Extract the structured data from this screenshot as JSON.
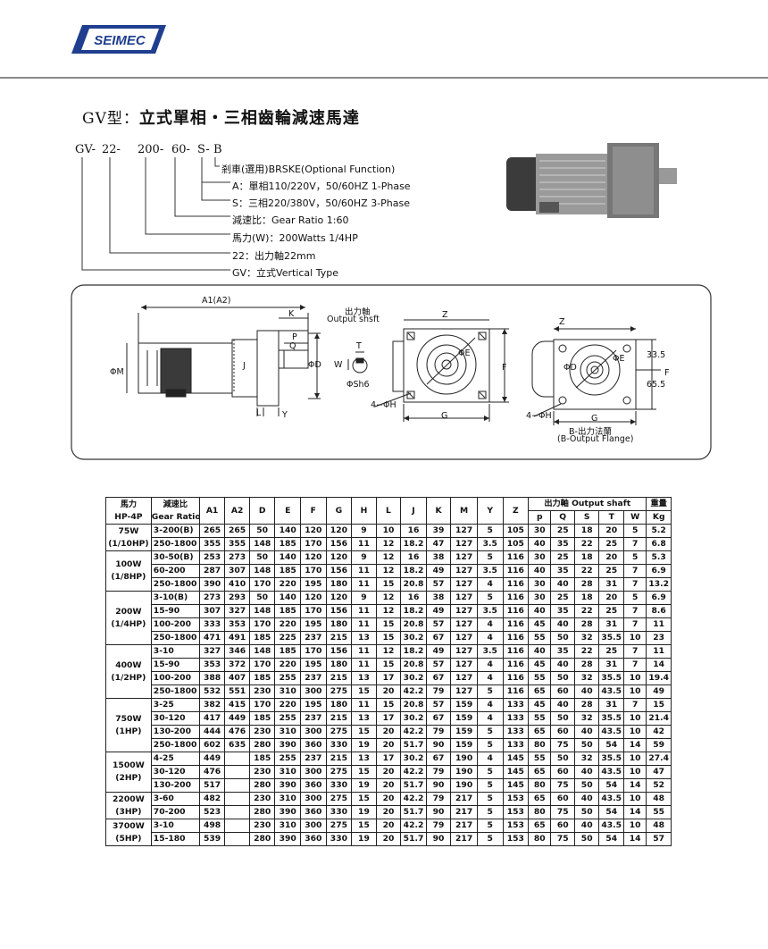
{
  "brand": {
    "logo_text": "SEIMEC"
  },
  "title": {
    "prefix": "GV型：",
    "main": "立式單相・三相齒輪減速馬達"
  },
  "model_code": {
    "p1": "GV-",
    "p2": "22-",
    "p3": "200-",
    "p4": "60-",
    "p5": "S-",
    "p6": "B"
  },
  "legend": [
    "剎車(選用)BRSKE(Optional Function)",
    "A：單相110/220V，50/60HZ 1-Phase",
    "S：三相220/380V，50/60HZ 3-Phase",
    "減速比：Gear Ratio 1:60",
    "馬力(W)：200Watts 1/4HP",
    "22：出力軸22mm",
    "GV：立式Vertical Type"
  ],
  "drawing_labels": {
    "a1a2": "A1(A2)",
    "k": "K",
    "p": "P",
    "q": "Q",
    "j": "J",
    "m": "ΦM",
    "d": "ΦD",
    "l": "L",
    "y": "Y",
    "output_cn": "出力軸",
    "output_en": "Output shsft",
    "t": "T",
    "w": "W",
    "sh6": "ΦSh6",
    "z1": "Z",
    "e1": "ΦE",
    "f1": "F",
    "h1": "4−ΦH",
    "g1": "G",
    "z2": "Z",
    "e2": "ΦE",
    "d2": "ΦD",
    "f2": "F",
    "v335": "33.5",
    "v655": "65.5",
    "h2": "4−ΦH",
    "g2": "G",
    "flange_cn": "B-出力法蘭",
    "flange_en": "(B-Output Flange)"
  },
  "table": {
    "h_power_cn": "馬力",
    "h_power_en": "HP-4P",
    "h_ratio_cn": "減速比",
    "h_ratio_en": "Gear Ratio",
    "h_cols": [
      "A1",
      "A2",
      "D",
      "E",
      "F",
      "G",
      "H",
      "L",
      "J",
      "K",
      "M",
      "Y",
      "Z"
    ],
    "h_output": "出力軸 Output shaft",
    "h_out_cols": [
      "p",
      "Q",
      "S",
      "T",
      "W"
    ],
    "h_weight_cn": "重量",
    "h_weight_en": "Kg",
    "groups": [
      {
        "power": [
          "75W",
          "(1/10HP)"
        ],
        "rows": [
          [
            "3-200(B)",
            "265",
            "265",
            "50",
            "140",
            "120",
            "120",
            "9",
            "10",
            "16",
            "39",
            "127",
            "5",
            "105",
            "30",
            "25",
            "18",
            "20",
            "5",
            "5.2"
          ],
          [
            "250-1800",
            "355",
            "355",
            "148",
            "185",
            "170",
            "156",
            "11",
            "12",
            "18.2",
            "47",
            "127",
            "3.5",
            "105",
            "40",
            "35",
            "22",
            "25",
            "7",
            "6.8"
          ]
        ]
      },
      {
        "power": [
          "100W",
          "(1/8HP)"
        ],
        "rows": [
          [
            "30-50(B)",
            "253",
            "273",
            "50",
            "140",
            "120",
            "120",
            "9",
            "12",
            "16",
            "38",
            "127",
            "5",
            "116",
            "30",
            "25",
            "18",
            "20",
            "5",
            "5.3"
          ],
          [
            "60-200",
            "287",
            "307",
            "148",
            "185",
            "170",
            "156",
            "11",
            "12",
            "18.2",
            "49",
            "127",
            "3.5",
            "116",
            "40",
            "35",
            "22",
            "25",
            "7",
            "6.9"
          ],
          [
            "250-1800",
            "390",
            "410",
            "170",
            "220",
            "195",
            "180",
            "11",
            "15",
            "20.8",
            "57",
            "127",
            "4",
            "116",
            "30",
            "40",
            "28",
            "31",
            "7",
            "13.2"
          ]
        ]
      },
      {
        "power": [
          "200W",
          "(1/4HP)"
        ],
        "rows": [
          [
            "3-10(B)",
            "273",
            "293",
            "50",
            "140",
            "120",
            "120",
            "9",
            "12",
            "16",
            "38",
            "127",
            "5",
            "116",
            "30",
            "25",
            "18",
            "20",
            "5",
            "6.9"
          ],
          [
            "15-90",
            "307",
            "327",
            "148",
            "185",
            "170",
            "156",
            "11",
            "12",
            "18.2",
            "49",
            "127",
            "3.5",
            "116",
            "40",
            "35",
            "22",
            "25",
            "7",
            "8.6"
          ],
          [
            "100-200",
            "333",
            "353",
            "170",
            "220",
            "195",
            "180",
            "11",
            "15",
            "20.8",
            "57",
            "127",
            "4",
            "116",
            "45",
            "40",
            "28",
            "31",
            "7",
            "11"
          ],
          [
            "250-1800",
            "471",
            "491",
            "185",
            "225",
            "237",
            "215",
            "13",
            "15",
            "30.2",
            "67",
            "127",
            "4",
            "116",
            "55",
            "50",
            "32",
            "35.5",
            "10",
            "23"
          ]
        ]
      },
      {
        "power": [
          "400W",
          "(1/2HP)"
        ],
        "rows": [
          [
            "3-10",
            "327",
            "346",
            "148",
            "185",
            "170",
            "156",
            "11",
            "12",
            "18.2",
            "49",
            "127",
            "3.5",
            "116",
            "40",
            "35",
            "22",
            "25",
            "7",
            "11"
          ],
          [
            "15-90",
            "353",
            "372",
            "170",
            "220",
            "195",
            "180",
            "11",
            "15",
            "20.8",
            "57",
            "127",
            "4",
            "116",
            "45",
            "40",
            "28",
            "31",
            "7",
            "14"
          ],
          [
            "100-200",
            "388",
            "407",
            "185",
            "255",
            "237",
            "215",
            "13",
            "17",
            "30.2",
            "67",
            "127",
            "4",
            "116",
            "55",
            "50",
            "32",
            "35.5",
            "10",
            "19.4"
          ],
          [
            "250-1800",
            "532",
            "551",
            "230",
            "310",
            "300",
            "275",
            "15",
            "20",
            "42.2",
            "79",
            "127",
            "5",
            "116",
            "65",
            "60",
            "40",
            "43.5",
            "10",
            "49"
          ]
        ]
      },
      {
        "power": [
          "750W",
          "(1HP)"
        ],
        "rows": [
          [
            "3-25",
            "382",
            "415",
            "170",
            "220",
            "195",
            "180",
            "11",
            "15",
            "20.8",
            "57",
            "159",
            "4",
            "133",
            "45",
            "40",
            "28",
            "31",
            "7",
            "15"
          ],
          [
            "30-120",
            "417",
            "449",
            "185",
            "255",
            "237",
            "215",
            "13",
            "17",
            "30.2",
            "67",
            "159",
            "4",
            "133",
            "55",
            "50",
            "32",
            "35.5",
            "10",
            "21.4"
          ],
          [
            "130-200",
            "444",
            "476",
            "230",
            "310",
            "300",
            "275",
            "15",
            "20",
            "42.2",
            "79",
            "159",
            "5",
            "133",
            "65",
            "60",
            "40",
            "43.5",
            "10",
            "42"
          ],
          [
            "250-1800",
            "602",
            "635",
            "280",
            "390",
            "360",
            "330",
            "19",
            "20",
            "51.7",
            "90",
            "159",
            "5",
            "133",
            "80",
            "75",
            "50",
            "54",
            "14",
            "59"
          ]
        ]
      },
      {
        "power": [
          "1500W",
          "(2HP)"
        ],
        "rows": [
          [
            "4-25",
            "449",
            "",
            "185",
            "255",
            "237",
            "215",
            "13",
            "17",
            "30.2",
            "67",
            "190",
            "4",
            "145",
            "55",
            "50",
            "32",
            "35.5",
            "10",
            "27.4"
          ],
          [
            "30-120",
            "476",
            "",
            "230",
            "310",
            "300",
            "275",
            "15",
            "20",
            "42.2",
            "79",
            "190",
            "5",
            "145",
            "65",
            "60",
            "40",
            "43.5",
            "10",
            "47"
          ],
          [
            "130-200",
            "517",
            "",
            "280",
            "390",
            "360",
            "330",
            "19",
            "20",
            "51.7",
            "90",
            "190",
            "5",
            "145",
            "80",
            "75",
            "50",
            "54",
            "14",
            "52"
          ]
        ]
      },
      {
        "power": [
          "2200W",
          "(3HP)"
        ],
        "rows": [
          [
            "3-60",
            "482",
            "",
            "230",
            "310",
            "300",
            "275",
            "15",
            "20",
            "42.2",
            "79",
            "217",
            "5",
            "153",
            "65",
            "60",
            "40",
            "43.5",
            "10",
            "48"
          ],
          [
            "70-200",
            "523",
            "",
            "280",
            "390",
            "360",
            "330",
            "19",
            "20",
            "51.7",
            "90",
            "217",
            "5",
            "153",
            "80",
            "75",
            "50",
            "54",
            "14",
            "55"
          ]
        ]
      },
      {
        "power": [
          "3700W",
          "(5HP)"
        ],
        "rows": [
          [
            "3-10",
            "498",
            "",
            "230",
            "310",
            "300",
            "275",
            "15",
            "20",
            "42.2",
            "79",
            "217",
            "5",
            "153",
            "65",
            "60",
            "40",
            "43.5",
            "10",
            "48"
          ],
          [
            "15-180",
            "539",
            "",
            "280",
            "390",
            "360",
            "330",
            "19",
            "20",
            "51.7",
            "90",
            "217",
            "5",
            "153",
            "80",
            "75",
            "50",
            "54",
            "14",
            "57"
          ]
        ]
      }
    ]
  }
}
